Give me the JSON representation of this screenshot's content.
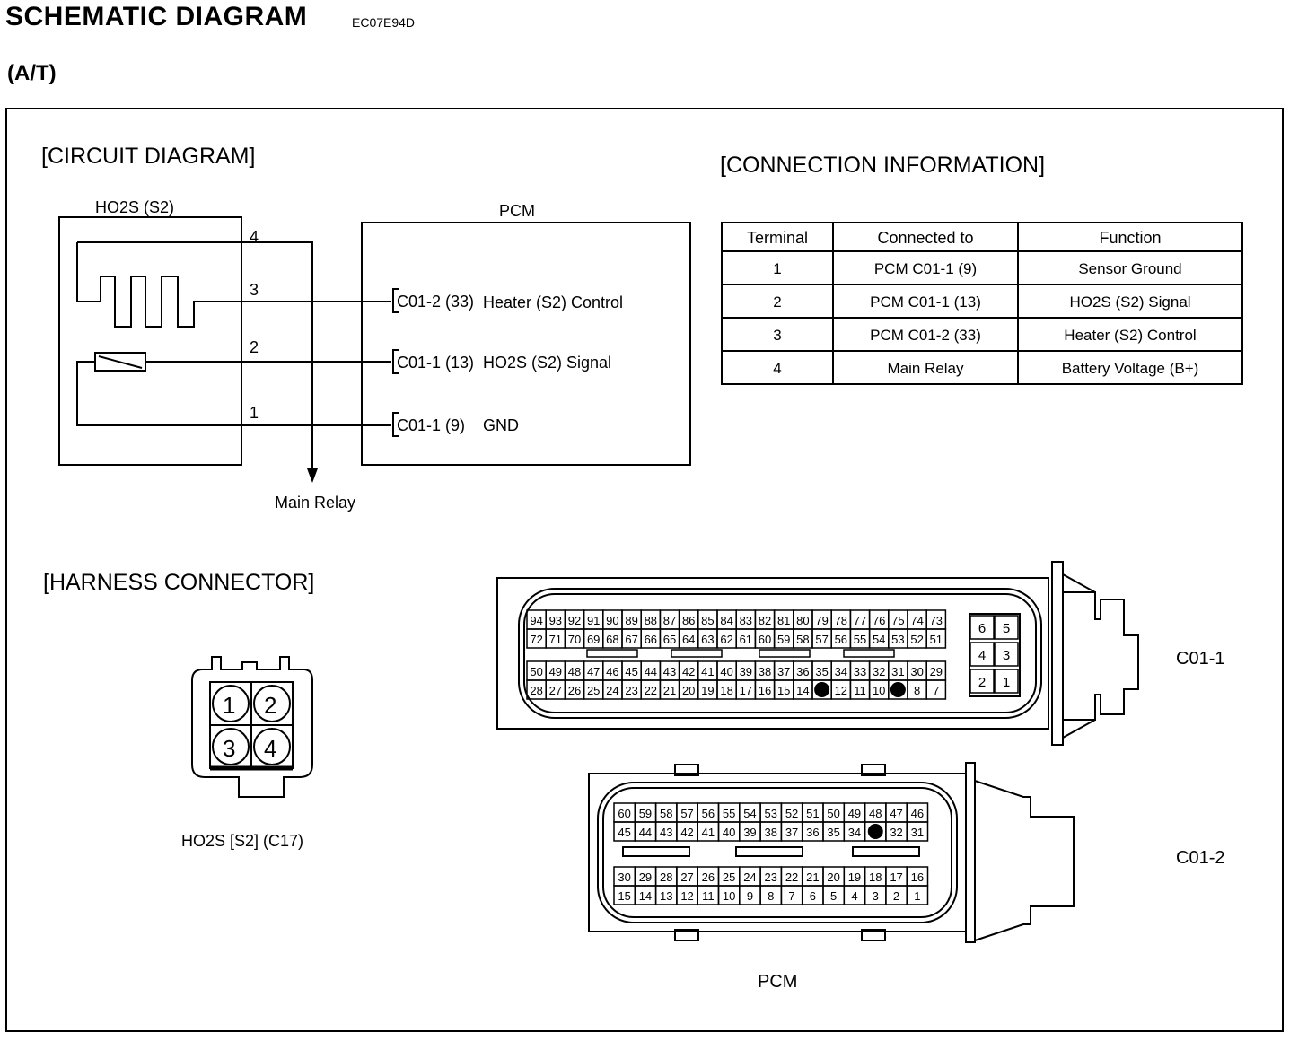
{
  "header": {
    "title": "SCHEMATIC  DIAGRAM",
    "code": "EC07E94D",
    "subtitle": "(A/T)"
  },
  "circuit": {
    "section_title": "[CIRCUIT DIAGRAM]",
    "sensor_label": "HO2S (S2)",
    "pcm_label": "PCM",
    "main_relay_label": "Main Relay",
    "pins": [
      "4",
      "3",
      "2",
      "1"
    ],
    "pcm_lines": [
      {
        "conn": "C01-2 (33)",
        "name": "Heater (S2) Control"
      },
      {
        "conn": "C01-1 (13)",
        "name": "HO2S (S2) Signal"
      },
      {
        "conn": "C01-1 (9)",
        "name": "GND"
      }
    ]
  },
  "connection": {
    "section_title": "[CONNECTION INFORMATION]",
    "headers": [
      "Terminal",
      "Connected to",
      "Function"
    ],
    "rows": [
      [
        "1",
        "PCM C01-1 (9)",
        "Sensor Ground"
      ],
      [
        "2",
        "PCM C01-1 (13)",
        "HO2S (S2) Signal"
      ],
      [
        "3",
        "PCM C01-2 (33)",
        "Heater (S2) Control"
      ],
      [
        "4",
        "Main Relay",
        "Battery Voltage (B+)"
      ]
    ]
  },
  "harness": {
    "section_title": "[HARNESS CONNECTOR]",
    "ho2s_label": "HO2S [S2] (C17)",
    "ho2s_pins": [
      "1",
      "2",
      "3",
      "4"
    ],
    "pcm_label": "PCM",
    "c011": {
      "label": "C01-1",
      "rows": [
        [
          "94",
          "93",
          "92",
          "91",
          "90",
          "89",
          "88",
          "87",
          "86",
          "85",
          "84",
          "83",
          "82",
          "81",
          "80",
          "79",
          "78",
          "77",
          "76",
          "75",
          "74",
          "73"
        ],
        [
          "72",
          "71",
          "70",
          "69",
          "68",
          "67",
          "66",
          "65",
          "64",
          "63",
          "62",
          "61",
          "60",
          "59",
          "58",
          "57",
          "56",
          "55",
          "54",
          "53",
          "52",
          "51"
        ],
        [
          "50",
          "49",
          "48",
          "47",
          "46",
          "45",
          "44",
          "43",
          "42",
          "41",
          "40",
          "39",
          "38",
          "37",
          "36",
          "35",
          "34",
          "33",
          "32",
          "31",
          "30",
          "29"
        ],
        [
          "28",
          "27",
          "26",
          "25",
          "24",
          "23",
          "22",
          "21",
          "20",
          "19",
          "18",
          "17",
          "16",
          "15",
          "14",
          "●",
          "12",
          "11",
          "10",
          "●",
          "8",
          "7"
        ]
      ],
      "small": [
        [
          "6",
          "5"
        ],
        [
          "4",
          "3"
        ],
        [
          "2",
          "1"
        ]
      ]
    },
    "c012": {
      "label": "C01-2",
      "rows": [
        [
          "60",
          "59",
          "58",
          "57",
          "56",
          "55",
          "54",
          "53",
          "52",
          "51",
          "50",
          "49",
          "48",
          "47",
          "46"
        ],
        [
          "45",
          "44",
          "43",
          "42",
          "41",
          "40",
          "39",
          "38",
          "37",
          "36",
          "35",
          "34",
          "●",
          "32",
          "31"
        ],
        [
          "30",
          "29",
          "28",
          "27",
          "26",
          "25",
          "24",
          "23",
          "22",
          "21",
          "20",
          "19",
          "18",
          "17",
          "16"
        ],
        [
          "15",
          "14",
          "13",
          "12",
          "11",
          "10",
          "9",
          "8",
          "7",
          "6",
          "5",
          "4",
          "3",
          "2",
          "1"
        ]
      ]
    }
  }
}
